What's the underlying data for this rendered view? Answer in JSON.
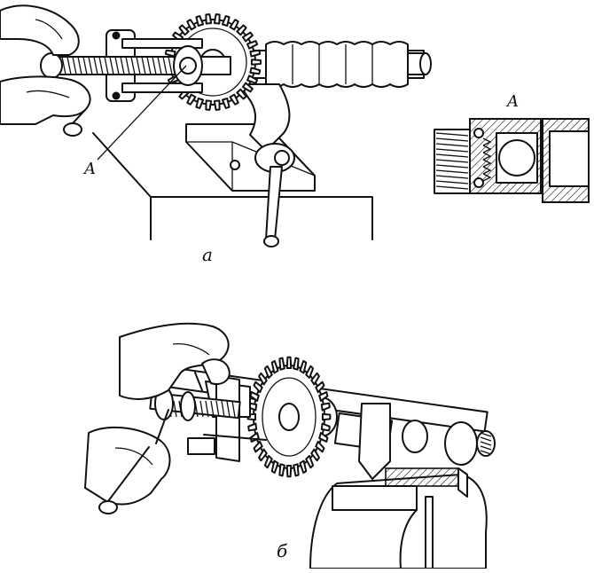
{
  "labels": {
    "callout_a_upper": "A",
    "detail_view_title": "A",
    "caption_a": "a",
    "caption_b": "б"
  },
  "colors": {
    "ink": "#111111",
    "background": "#ffffff",
    "hatch_gray": "#b9b9b9"
  },
  "icons": {
    "hands": "hand-icon",
    "gear": "gear-icon"
  }
}
